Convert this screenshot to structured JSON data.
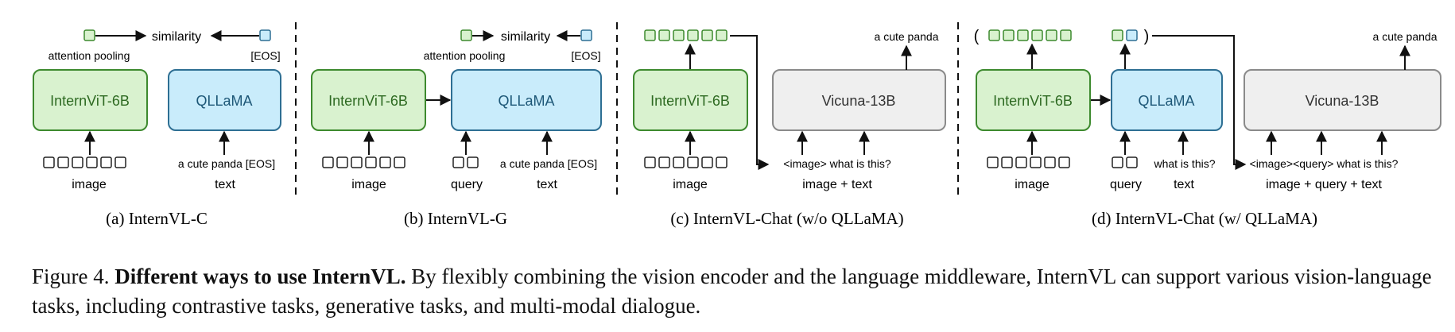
{
  "labels": {
    "similarity": "similarity",
    "attention_pooling": "attention pooling",
    "eos": "[EOS]",
    "internvit": "InternViT-6B",
    "qllama": "QLLaMA",
    "vicuna": "Vicuna-13B",
    "image": "image",
    "text": "text",
    "query": "query",
    "a_cute_panda_eos": "a cute panda [EOS]",
    "a_cute_panda": "a cute panda",
    "image_what_is_this": "<image> what is this?",
    "image_query_what_is_this": "<image><query> what is this?",
    "what_is_this": "what is this?",
    "image_plus_text": "image + text",
    "image_plus_query_plus_text": "image + query + text"
  },
  "subcaptions": {
    "a": "(a) InternVL-C",
    "b": "(b) InternVL-G",
    "c": "(c) InternVL-Chat (w/o QLLaMA)",
    "d": "(d) InternVL-Chat (w/ QLLaMA)"
  },
  "caption": {
    "prefix": "Figure 4. ",
    "bold": "Different ways to use InternVL.",
    "rest": " By flexibly combining the vision encoder and the language middleware, InternVL can support various vision-language tasks, including contrastive tasks, generative tasks, and multi-modal dialogue."
  },
  "colors": {
    "vit_fill": "#d9f2cf",
    "vit_stroke": "#3d8a2e",
    "vit_text": "#2e6a22",
    "qllama_fill": "#c9ecfb",
    "qllama_stroke": "#2e6f93",
    "qllama_text": "#1d5777",
    "vicuna_fill": "#efefef",
    "vicuna_stroke": "#8a8a8a",
    "vicuna_text": "#333333",
    "line": "#111111"
  }
}
